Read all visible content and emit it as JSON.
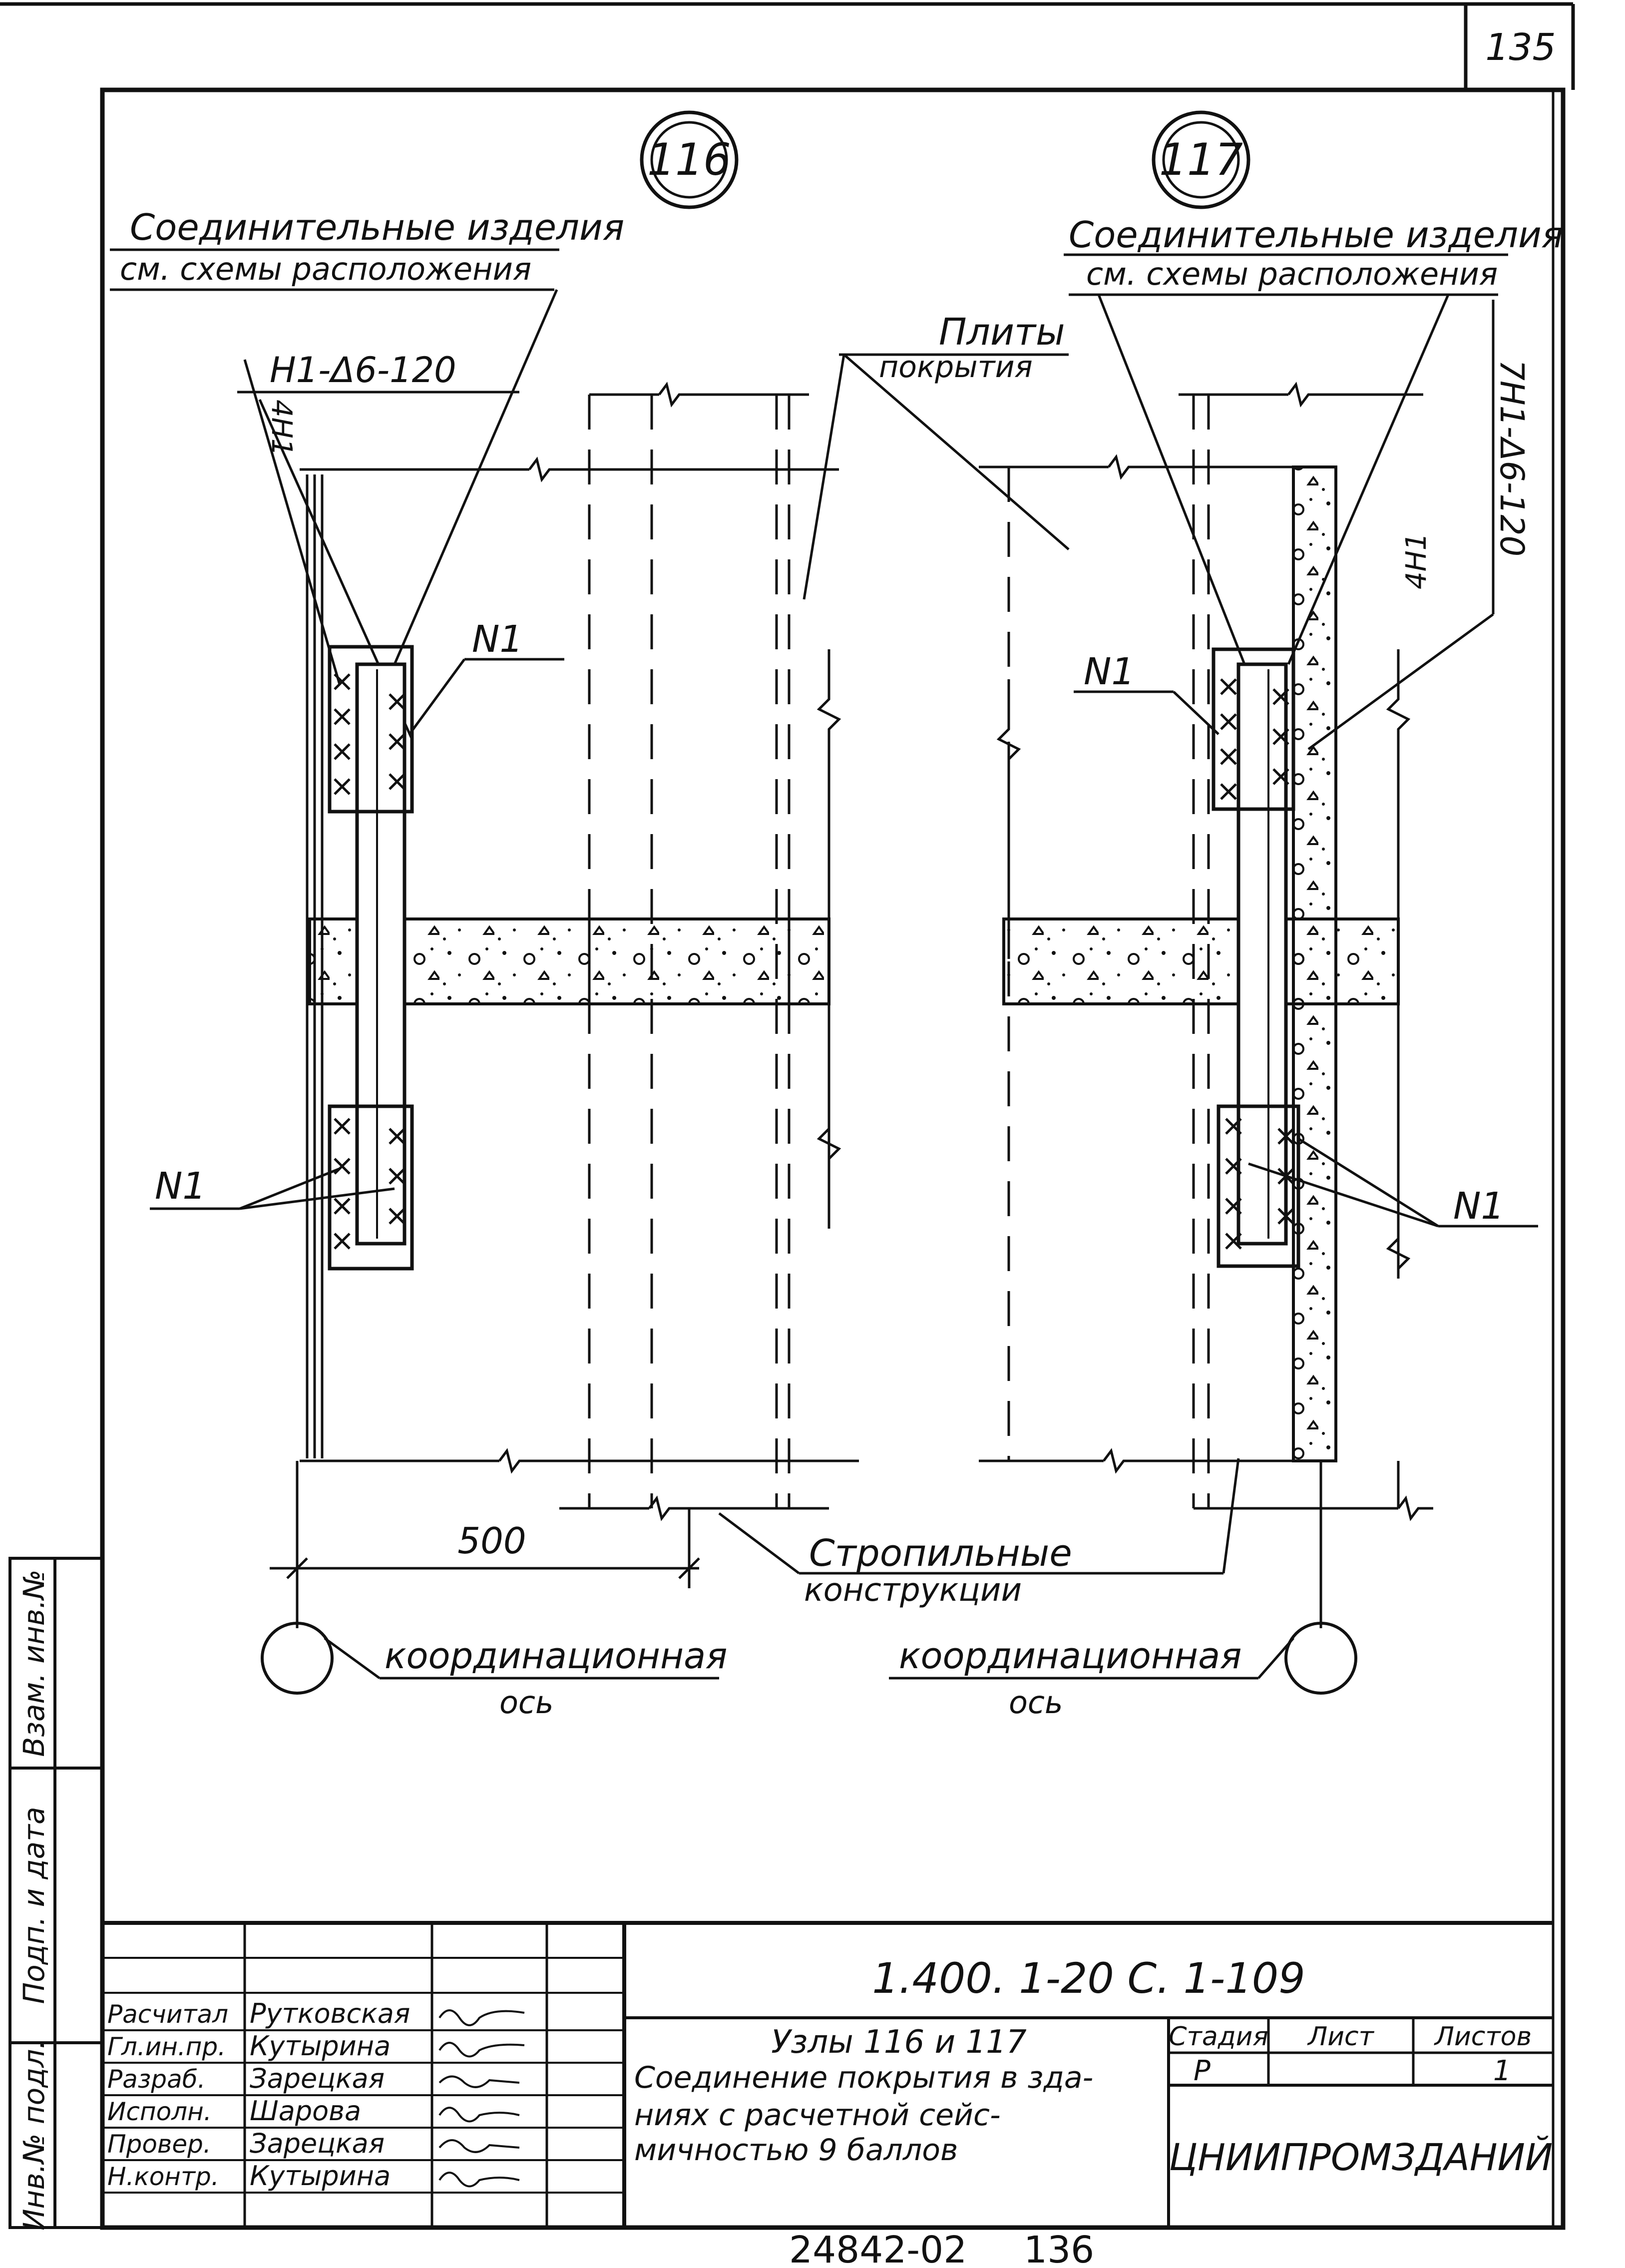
{
  "page_number": "135",
  "bottom_code": "24842-02",
  "bottom_number": "136",
  "nodes": {
    "left": {
      "id": "116",
      "connectors_line1": "Соединительные изделия",
      "connectors_line2": "см. схемы расположения",
      "weld_spec": "Н1-Δ6-120",
      "weld_count": "4Н1",
      "part_label_top": "N1",
      "part_label_bottom": "N1",
      "dimension": "500",
      "axis_line1": "координационная",
      "axis_line2": "ось"
    },
    "right": {
      "id": "117",
      "connectors_line1": "Соединительные изделия",
      "connectors_line2": "см. схемы расположения",
      "weld_spec": "7Н1-Δ6-120",
      "weld_count": "4Н1",
      "part_label_top": "N1",
      "part_label_bottom": "N1",
      "axis_line1": "координационная",
      "axis_line2": "ось"
    },
    "slabs_line1": "Плиты",
    "slabs_line2": "покрытия",
    "rafters_line1": "Стропильные",
    "rafters_line2": "конструкции"
  },
  "side_stamp": {
    "col1": "Инв.№ подл.",
    "col2": "Подп. и дата",
    "col3": "Взам. инв.№"
  },
  "title_block": {
    "doc_code": "1.400. 1-20 С. 1-109",
    "title_line1": "Узлы 116 и 117",
    "title_line2": "Соединение покрытия в зда-",
    "title_line3": "ниях с расчетной сейс-",
    "title_line4": "мичностью 9 баллов",
    "stage_header": "Стадия",
    "sheet_header": "Лист",
    "sheets_header": "Листов",
    "stage": "Р",
    "sheets": "1",
    "organization": "ЦНИИПРОМЗДАНИЙ",
    "people": [
      {
        "role": "Расчитал",
        "name": "Рутковская"
      },
      {
        "role": "Гл.ин.пр.",
        "name": "Кутырина"
      },
      {
        "role": "Разраб.",
        "name": "Зарецкая"
      },
      {
        "role": "Исполн.",
        "name": "Шарова"
      },
      {
        "role": "Провер.",
        "name": "Зарецкая"
      },
      {
        "role": "Н.контр.",
        "name": "Кутырина"
      }
    ]
  }
}
